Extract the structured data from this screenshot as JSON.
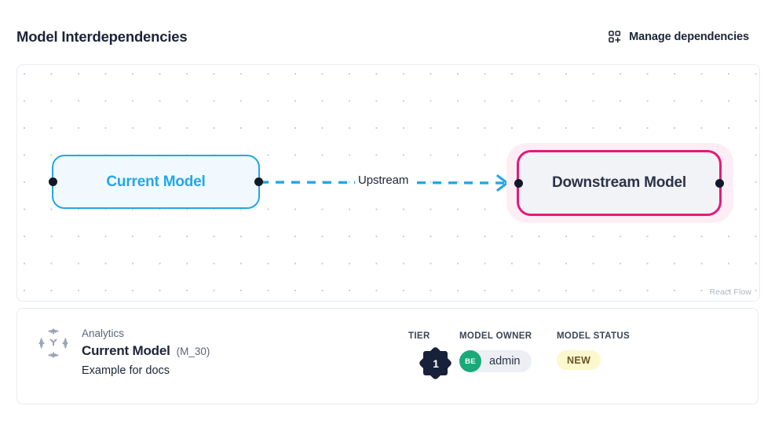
{
  "header": {
    "title": "Model Interdependencies",
    "manage_dependencies_label": "Manage dependencies",
    "manage_dependencies_icon": "add-dependency-icon"
  },
  "canvas": {
    "attribution": "React Flow",
    "nodes": [
      {
        "id": "current",
        "label": "Current Model",
        "border_color": "#22a7e8",
        "fill_color": "#f2f9fe",
        "text_color": "#22a7e8",
        "selected": false
      },
      {
        "id": "downstream",
        "label": "Downstream Model",
        "border_color": "#e6197c",
        "fill_color": "#f1f3f7",
        "text_color": "#2a3347",
        "halo_color": "#fdeef5",
        "selected": true
      }
    ],
    "edges": [
      {
        "id": "current-to-downstream",
        "label": "Upstream",
        "color": "#22a7e8",
        "style": "dashed",
        "arrow": "right"
      }
    ]
  },
  "detail": {
    "icon": "model-node-icon",
    "category": "Analytics",
    "name": "Current Model",
    "code": "(M_30)",
    "description": "Example for docs",
    "tier": {
      "label": "TIER",
      "value": "1",
      "color": "#18213a"
    },
    "owner": {
      "label": "MODEL OWNER",
      "initials": "BE",
      "name": "admin",
      "avatar_color": "#1ba97a"
    },
    "status": {
      "label": "MODEL STATUS",
      "value": "NEW",
      "background": "#fdf7cd",
      "text_color": "#69552a"
    }
  }
}
